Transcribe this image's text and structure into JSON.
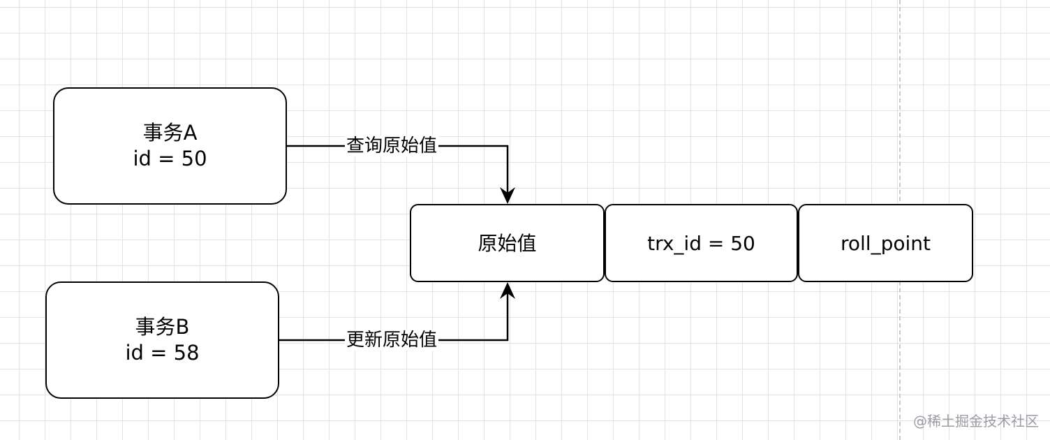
{
  "nodes": {
    "txn_a": {
      "title": "事务A",
      "detail": "id = 50"
    },
    "txn_b": {
      "title": "事务B",
      "detail": "id = 58"
    },
    "record": {
      "value": "原始值",
      "trx_id": "trx_id = 50",
      "roll_point": "roll_point"
    }
  },
  "edges": {
    "query": {
      "label": "查询原始值"
    },
    "update": {
      "label": "更新原始值"
    }
  },
  "watermark": "@稀土掘金技术社区",
  "colors": {
    "stroke": "#000000",
    "grid": "#e3e3e3",
    "watermark": "#9a9ca3"
  }
}
